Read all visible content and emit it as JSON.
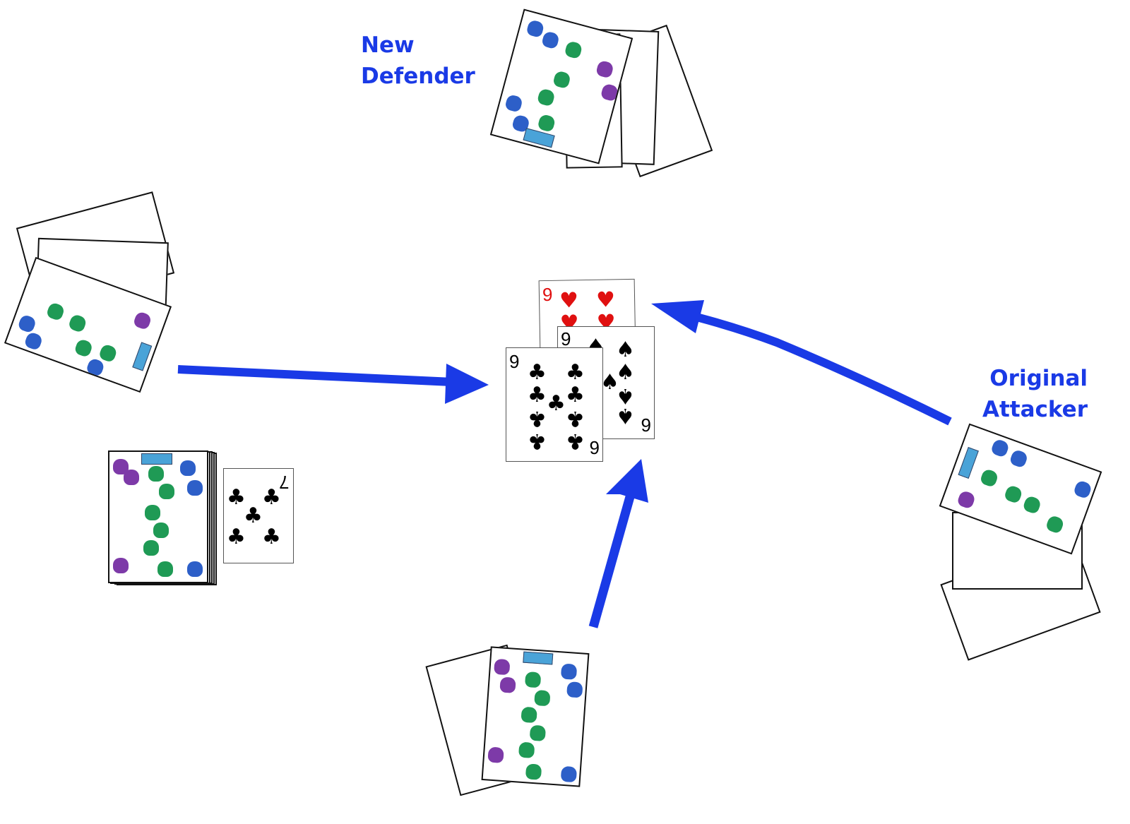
{
  "labels": {
    "new_defender": [
      "New",
      "Defender"
    ],
    "original_attacker": [
      "Original",
      "Attacker"
    ]
  },
  "colors": {
    "arrow": "#1a3ae6",
    "label": "#1a3ae6",
    "footprint_green": "#1f9a55",
    "footprint_purple": "#7d3aa8",
    "footprint_blue": "#2d5fc8",
    "hearts": "#e01010"
  },
  "table_cards": [
    {
      "rank": "9",
      "suit": "hearts",
      "symbol": "♥"
    },
    {
      "rank": "9",
      "suit": "spades",
      "symbol": "♠"
    },
    {
      "rank": "9",
      "suit": "clubs",
      "symbol": "♣"
    }
  ],
  "trump_card": {
    "rank": "7",
    "suit": "clubs",
    "symbol": "♣"
  },
  "hands": {
    "top_player": {
      "role": "New Defender",
      "card_count": 4
    },
    "left_player": {
      "card_count": 3
    },
    "right_player": {
      "role": "Original Attacker",
      "card_count": 3
    },
    "bottom_player": {
      "card_count": 2
    }
  },
  "deck": {
    "stacked_cards": 6
  },
  "arrows": [
    {
      "from": "left_player",
      "to": "table"
    },
    {
      "from": "bottom_player",
      "to": "table"
    },
    {
      "from": "right_player",
      "to": "table"
    }
  ]
}
